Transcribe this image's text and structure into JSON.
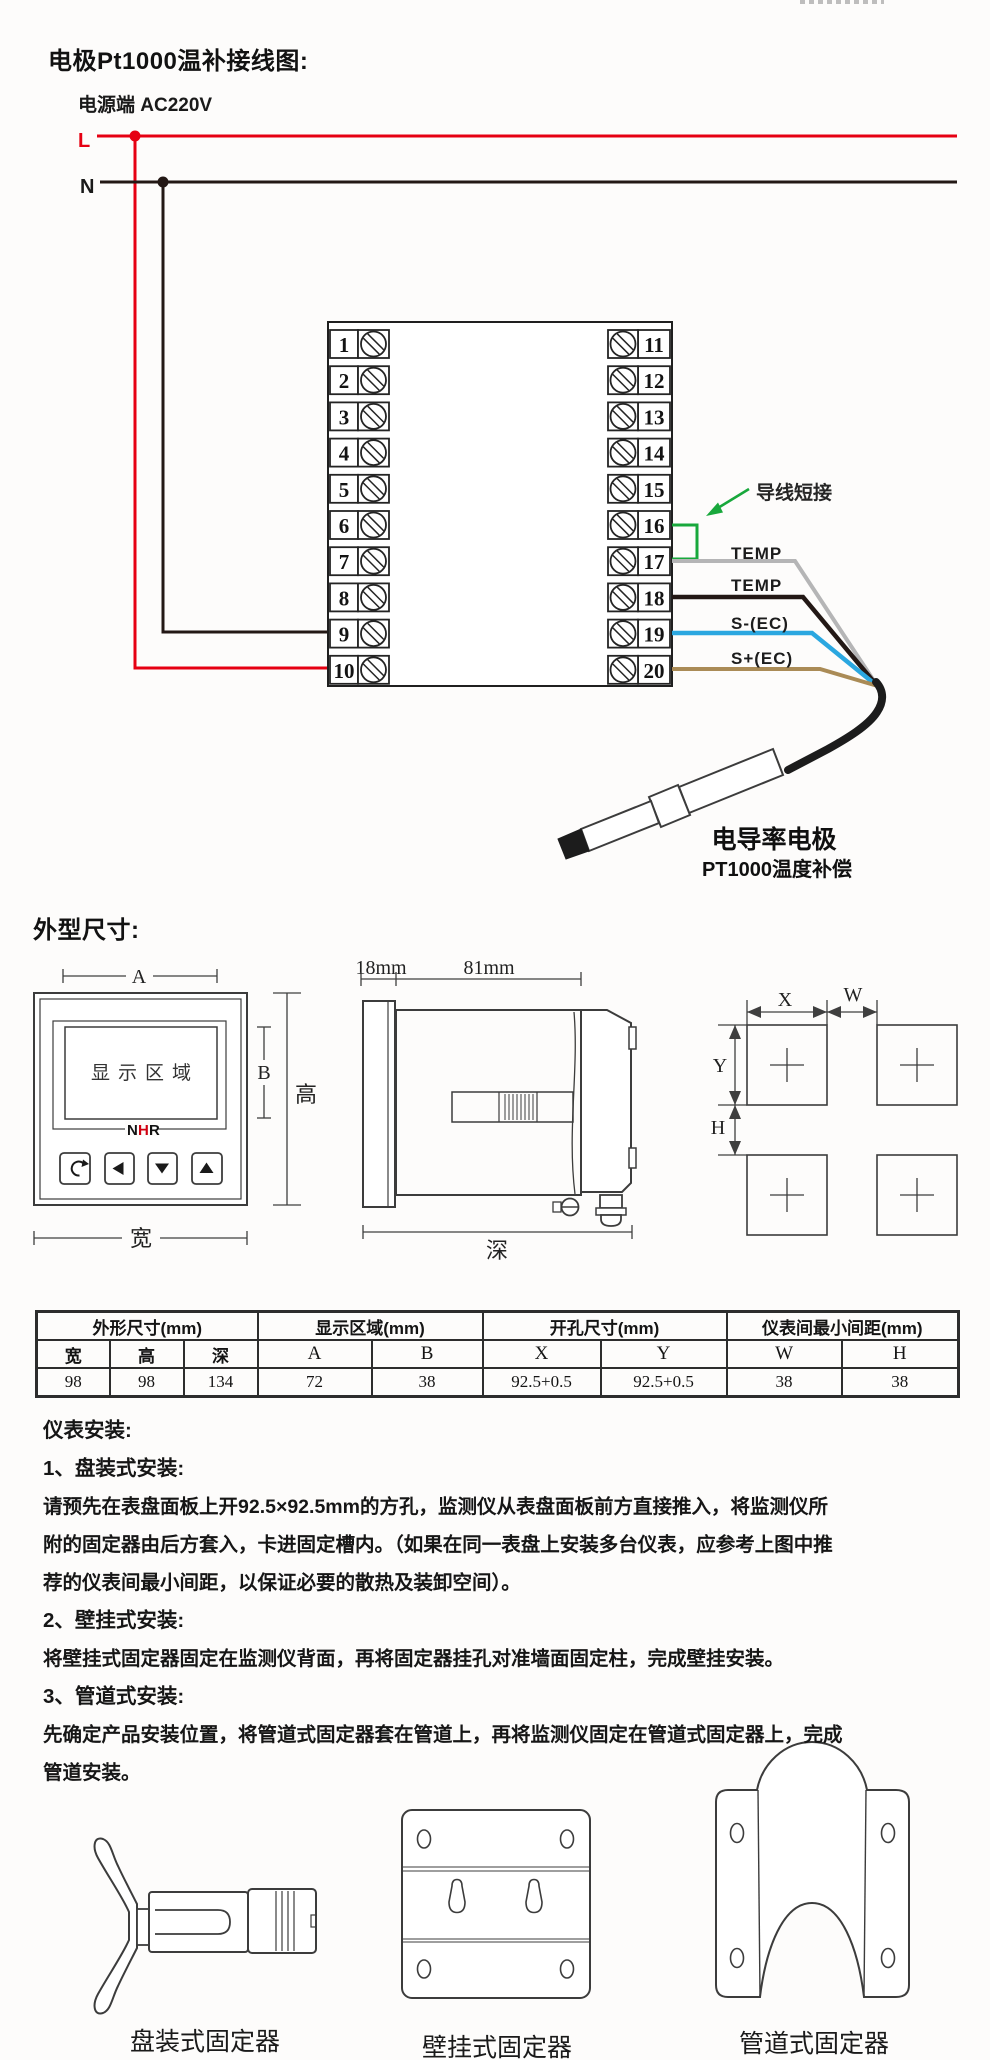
{
  "wiring": {
    "title": "电极Pt1000温补接线图:",
    "power_label": "电源端  AC220V",
    "live_label": "L",
    "neutral_label": "N",
    "terminals_left": [
      "1",
      "2",
      "3",
      "4",
      "5",
      "6",
      "7",
      "8",
      "9",
      "10"
    ],
    "terminals_right": [
      "11",
      "12",
      "13",
      "14",
      "15",
      "16",
      "17",
      "18",
      "19",
      "20"
    ],
    "jumper_note": "导线短接",
    "wires": [
      {
        "label": "TEMP",
        "color": "#b5b5b6"
      },
      {
        "label": "TEMP",
        "color": "#231815"
      },
      {
        "label": "S-(EC)",
        "color": "#2ba7e0"
      },
      {
        "label": "S+(EC)",
        "color": "#aa8b56"
      }
    ],
    "probe_title": "电导率电极",
    "probe_subtitle": "PT1000温度补偿",
    "colors": {
      "live": "#e60012",
      "neutral": "#231815",
      "jumper": "#18a83c"
    }
  },
  "outline": {
    "title": "外型尺寸:",
    "front": {
      "dim_width_top": "A",
      "dim_display_height": "B",
      "height_label": "高",
      "width_label": "宽",
      "display_label": "显示区域",
      "brand": [
        "N",
        "H",
        "R"
      ],
      "button_icons": [
        "return",
        "left",
        "down",
        "up"
      ]
    },
    "side": {
      "bezel_dim": "18mm",
      "body_dim": "81mm",
      "depth_label": "深"
    },
    "cutout": {
      "x": "X",
      "w": "W",
      "y": "Y",
      "h": "H"
    }
  },
  "table": {
    "groups": [
      {
        "label": "外形尺寸(mm)",
        "span": 3
      },
      {
        "label": "显示区域(mm)",
        "span": 2
      },
      {
        "label": "开孔尺寸(mm)",
        "span": 2
      },
      {
        "label": "仪表间最小间距(mm)",
        "span": 2
      }
    ],
    "columns": [
      "宽",
      "高",
      "深",
      "A",
      "B",
      "X",
      "Y",
      "W",
      "H"
    ],
    "values": [
      "98",
      "98",
      "134",
      "72",
      "38",
      "92.5+0.5",
      "92.5+0.5",
      "38",
      "38"
    ]
  },
  "installation": {
    "title": "仪表安装:",
    "items": [
      {
        "heading": "1、盘装式安装:",
        "lines": [
          "请预先在表盘面板上开92.5×92.5mm的方孔，监测仪从表盘面板前方直接推入，将监测仪所",
          "附的固定器由后方套入，卡进固定槽内。（如果在同一表盘上安装多台仪表，应参考上图中推",
          "荐的仪表间最小间距，以保证必要的散热及装卸空间）。"
        ]
      },
      {
        "heading": "2、壁挂式安装:",
        "lines": [
          "将壁挂式固定器固定在监测仪背面，再将固定器挂孔对准墙面固定柱，完成壁挂安装。"
        ]
      },
      {
        "heading": "3、管道式安装:",
        "lines": [
          "先确定产品安装位置，将管道式固定器套在管道上，再将监测仪固定在管道式固定器上，完成",
          "管道安装。"
        ]
      }
    ]
  },
  "fixtures": {
    "labels": [
      "盘装式固定器",
      "壁挂式固定器",
      "管道式固定器"
    ]
  }
}
